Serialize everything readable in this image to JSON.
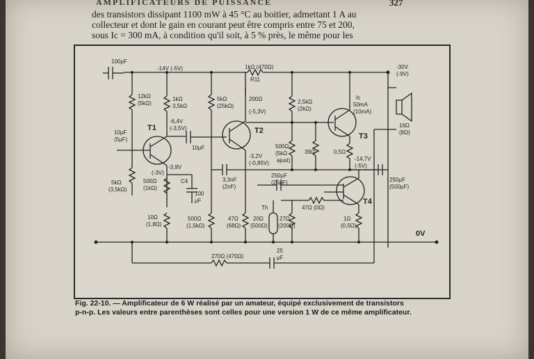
{
  "header": {
    "running_title": "AMPLIFICATEURS DE PUISSANCE",
    "page_number": "327"
  },
  "body_text": [
    "des transistors dissipant 1100 mW à 45 °C au boitier, admettant 1 A au",
    "collecteur et dont le gain en courant peut être compris entre 75 et 200,",
    "sous Ic = 300 mA, à condition qu'il soit, à 5 % près, le même pour les"
  ],
  "schematic": {
    "labels": [
      {
        "key": "c100uf",
        "text": "100μF"
      },
      {
        "key": "v14",
        "text": "-14V (-5V)"
      },
      {
        "key": "r1k470",
        "text": "1kΩ (470Ω)"
      },
      {
        "key": "r11",
        "text": "R11"
      },
      {
        "key": "v30",
        "text": "-30V"
      },
      {
        "key": "v9",
        "text": "(-9V)"
      },
      {
        "key": "r12k",
        "text": "12kΩ"
      },
      {
        "key": "r15k",
        "text": "(5kΩ)"
      },
      {
        "key": "r1k",
        "text": "1kΩ"
      },
      {
        "key": "r35k",
        "text": "3,5kΩ"
      },
      {
        "key": "r5k",
        "text": "5kΩ"
      },
      {
        "key": "r25k",
        "text": "(25kΩ)"
      },
      {
        "key": "r200",
        "text": "200Ω"
      },
      {
        "key": "v53",
        "text": "(-5,3V)"
      },
      {
        "key": "r25kb",
        "text": "2,5kΩ"
      },
      {
        "key": "r2k",
        "text": "(2kΩ)"
      },
      {
        "key": "ic",
        "text": "Ic"
      },
      {
        "key": "i50",
        "text": "50mA"
      },
      {
        "key": "i10",
        "text": "(10mA)"
      },
      {
        "key": "v64",
        "text": "-6,4V"
      },
      {
        "key": "v35",
        "text": "(-3,5V)"
      },
      {
        "key": "t1",
        "text": "T1"
      },
      {
        "key": "t2",
        "text": "T2"
      },
      {
        "key": "t3",
        "text": "T3"
      },
      {
        "key": "t4",
        "text": "T4"
      },
      {
        "key": "c10uf",
        "text": "10μF"
      },
      {
        "key": "c5uf",
        "text": "(5μF)"
      },
      {
        "key": "c10uf2",
        "text": "10μF"
      },
      {
        "key": "r16",
        "text": "16Ω"
      },
      {
        "key": "r8",
        "text": "(8Ω)"
      },
      {
        "key": "v3",
        "text": "(-3V)"
      },
      {
        "key": "v39",
        "text": "-3,9V"
      },
      {
        "key": "v32",
        "text": "-3,2V"
      },
      {
        "key": "v085",
        "text": "(-0,85V)"
      },
      {
        "key": "r500a",
        "text": "500Ω"
      },
      {
        "key": "r5ka",
        "text": "(5kΩ"
      },
      {
        "key": "ajust",
        "text": "ajust)"
      },
      {
        "key": "r39",
        "text": "39Ω"
      },
      {
        "key": "r05",
        "text": "0,5Ω"
      },
      {
        "key": "v147",
        "text": "-14,7V"
      },
      {
        "key": "v5",
        "text": "(-5V)"
      },
      {
        "key": "r5k2",
        "text": "5kΩ"
      },
      {
        "key": "r35k2",
        "text": "(3,5kΩ)"
      },
      {
        "key": "r500b",
        "text": "500Ω"
      },
      {
        "key": "r1kb",
        "text": "(1kΩ)"
      },
      {
        "key": "c4",
        "text": "C4"
      },
      {
        "key": "c100",
        "text": "100"
      },
      {
        "key": "cuf",
        "text": "μF"
      },
      {
        "key": "c33",
        "text": "3,3nF"
      },
      {
        "key": "c2n",
        "text": "(2nF)"
      },
      {
        "key": "c250a",
        "text": "250μF"
      },
      {
        "key": "c25",
        "text": "(25μF)"
      },
      {
        "key": "c250b",
        "text": "250μF"
      },
      {
        "key": "c500",
        "text": "(500μF)"
      },
      {
        "key": "th",
        "text": "Th"
      },
      {
        "key": "r47a",
        "text": "47Ω (0Ω)"
      },
      {
        "key": "r10",
        "text": "10Ω"
      },
      {
        "key": "r18",
        "text": "(1,8Ω)"
      },
      {
        "key": "r500c",
        "text": "500Ω"
      },
      {
        "key": "r15kc",
        "text": "(1,5kΩ)"
      },
      {
        "key": "r47",
        "text": "47Ω"
      },
      {
        "key": "r68",
        "text": "(68Ω)"
      },
      {
        "key": "r20",
        "text": "20Ω"
      },
      {
        "key": "r500d",
        "text": "(500Ω)"
      },
      {
        "key": "r27",
        "text": "27Ω"
      },
      {
        "key": "r200b",
        "text": "(200Ω)"
      },
      {
        "key": "r1",
        "text": "1Ω"
      },
      {
        "key": "r035",
        "text": "(0,5Ω)"
      },
      {
        "key": "v0",
        "text": "0V"
      },
      {
        "key": "r270",
        "text": "270Ω (470Ω)"
      },
      {
        "key": "c25b",
        "text": "25"
      },
      {
        "key": "cuf2",
        "text": "μF"
      }
    ]
  },
  "caption": {
    "line1": "Fig. 22-10. — Amplificateur de 6 W réalisé par un amateur, équipé exclusivement de transistors",
    "line2": "p-n-p. Les valeurs entre parenthèses sont celles pour une version 1 W de ce même amplificateur."
  }
}
